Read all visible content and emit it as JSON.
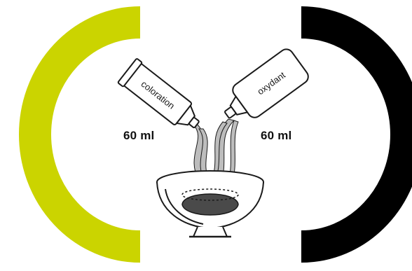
{
  "colors": {
    "left_arc": "#cbd400",
    "right_arc": "#000000",
    "outline": "#1a1a1a",
    "mixture": "#4a4a4a",
    "stream": "#bdbdbd"
  },
  "left": {
    "tube_label": "coloration",
    "quantity": "60 ml"
  },
  "right": {
    "bottle_label": "oxydant",
    "quantity": "60 ml"
  }
}
